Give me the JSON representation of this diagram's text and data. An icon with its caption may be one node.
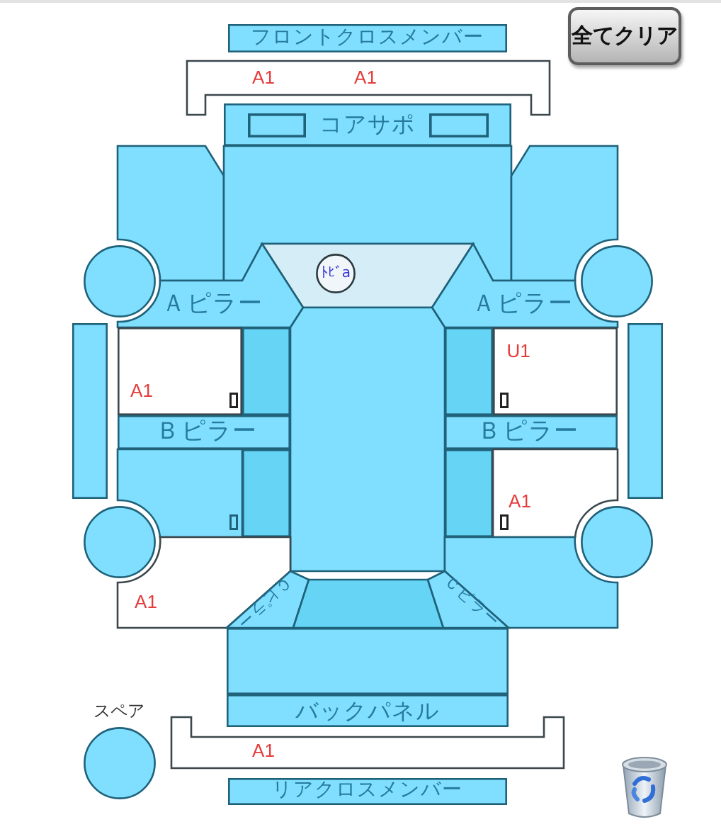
{
  "diagram": {
    "nodes": [
      {
        "text": [
          "フロントクロスメンバー"
        ]
      },
      {
        "text": [
          "A1",
          "A1"
        ]
      },
      {
        "text": [
          "コアサポ"
        ]
      },
      {
        "text": [],
        "shape": "box"
      },
      {
        "text": [],
        "shape": "box"
      },
      {
        "text": [],
        "shape": "box"
      },
      {
        "text": [],
        "shape": "circle"
      },
      {
        "text": [],
        "shape": "trapezoid"
      },
      {
        "text": [
          "ﾄﾋﾞa"
        ],
        "in": 7
      },
      {
        "text": [],
        "shape": "circle"
      },
      {
        "text": [
          "Ａピラー"
        ]
      },
      {
        "text": [
          "Ａピラー"
        ]
      },
      {
        "text": [],
        "shape": "box"
      },
      {
        "text": [
          "A1"
        ]
      },
      {
        "text": [],
        "shape": "box"
      },
      {
        "text": [],
        "shape": "box"
      },
      {
        "text": [],
        "shape": "box"
      },
      {
        "text": [
          "U1"
        ]
      },
      {
        "text": [],
        "shape": "box"
      },
      {
        "text": [
          "Ｂピラー"
        ]
      },
      {
        "text": [
          "Ｂピラー"
        ]
      },
      {
        "text": [],
        "shape": "box"
      },
      {
        "text": [],
        "shape": "box"
      },
      {
        "text": [],
        "shape": "box"
      },
      {
        "text": [
          "A1"
        ]
      },
      {
        "text": [],
        "shape": "circle"
      },
      {
        "text": [],
        "shape": "circle"
      },
      {
        "text": [
          "A1"
        ]
      },
      {
        "text": [],
        "shape": "box"
      },
      {
        "text": [
          "Ｃピラー"
        ]
      },
      {
        "text": [],
        "shape": "trapezoid"
      },
      {
        "text": [
          "Ｃピラー"
        ]
      },
      {
        "text": [],
        "shape": "box"
      },
      {
        "text": [
          "バックパネル"
        ]
      },
      {
        "text": [],
        "shape": "circle",
        "beside": [
          "スペア"
        ]
      },
      {
        "text": [
          "A1"
        ]
      },
      {
        "text": [
          "リアクロスメンバー"
        ]
      }
    ],
    "labels": [
      "全てクリア"
    ]
  }
}
